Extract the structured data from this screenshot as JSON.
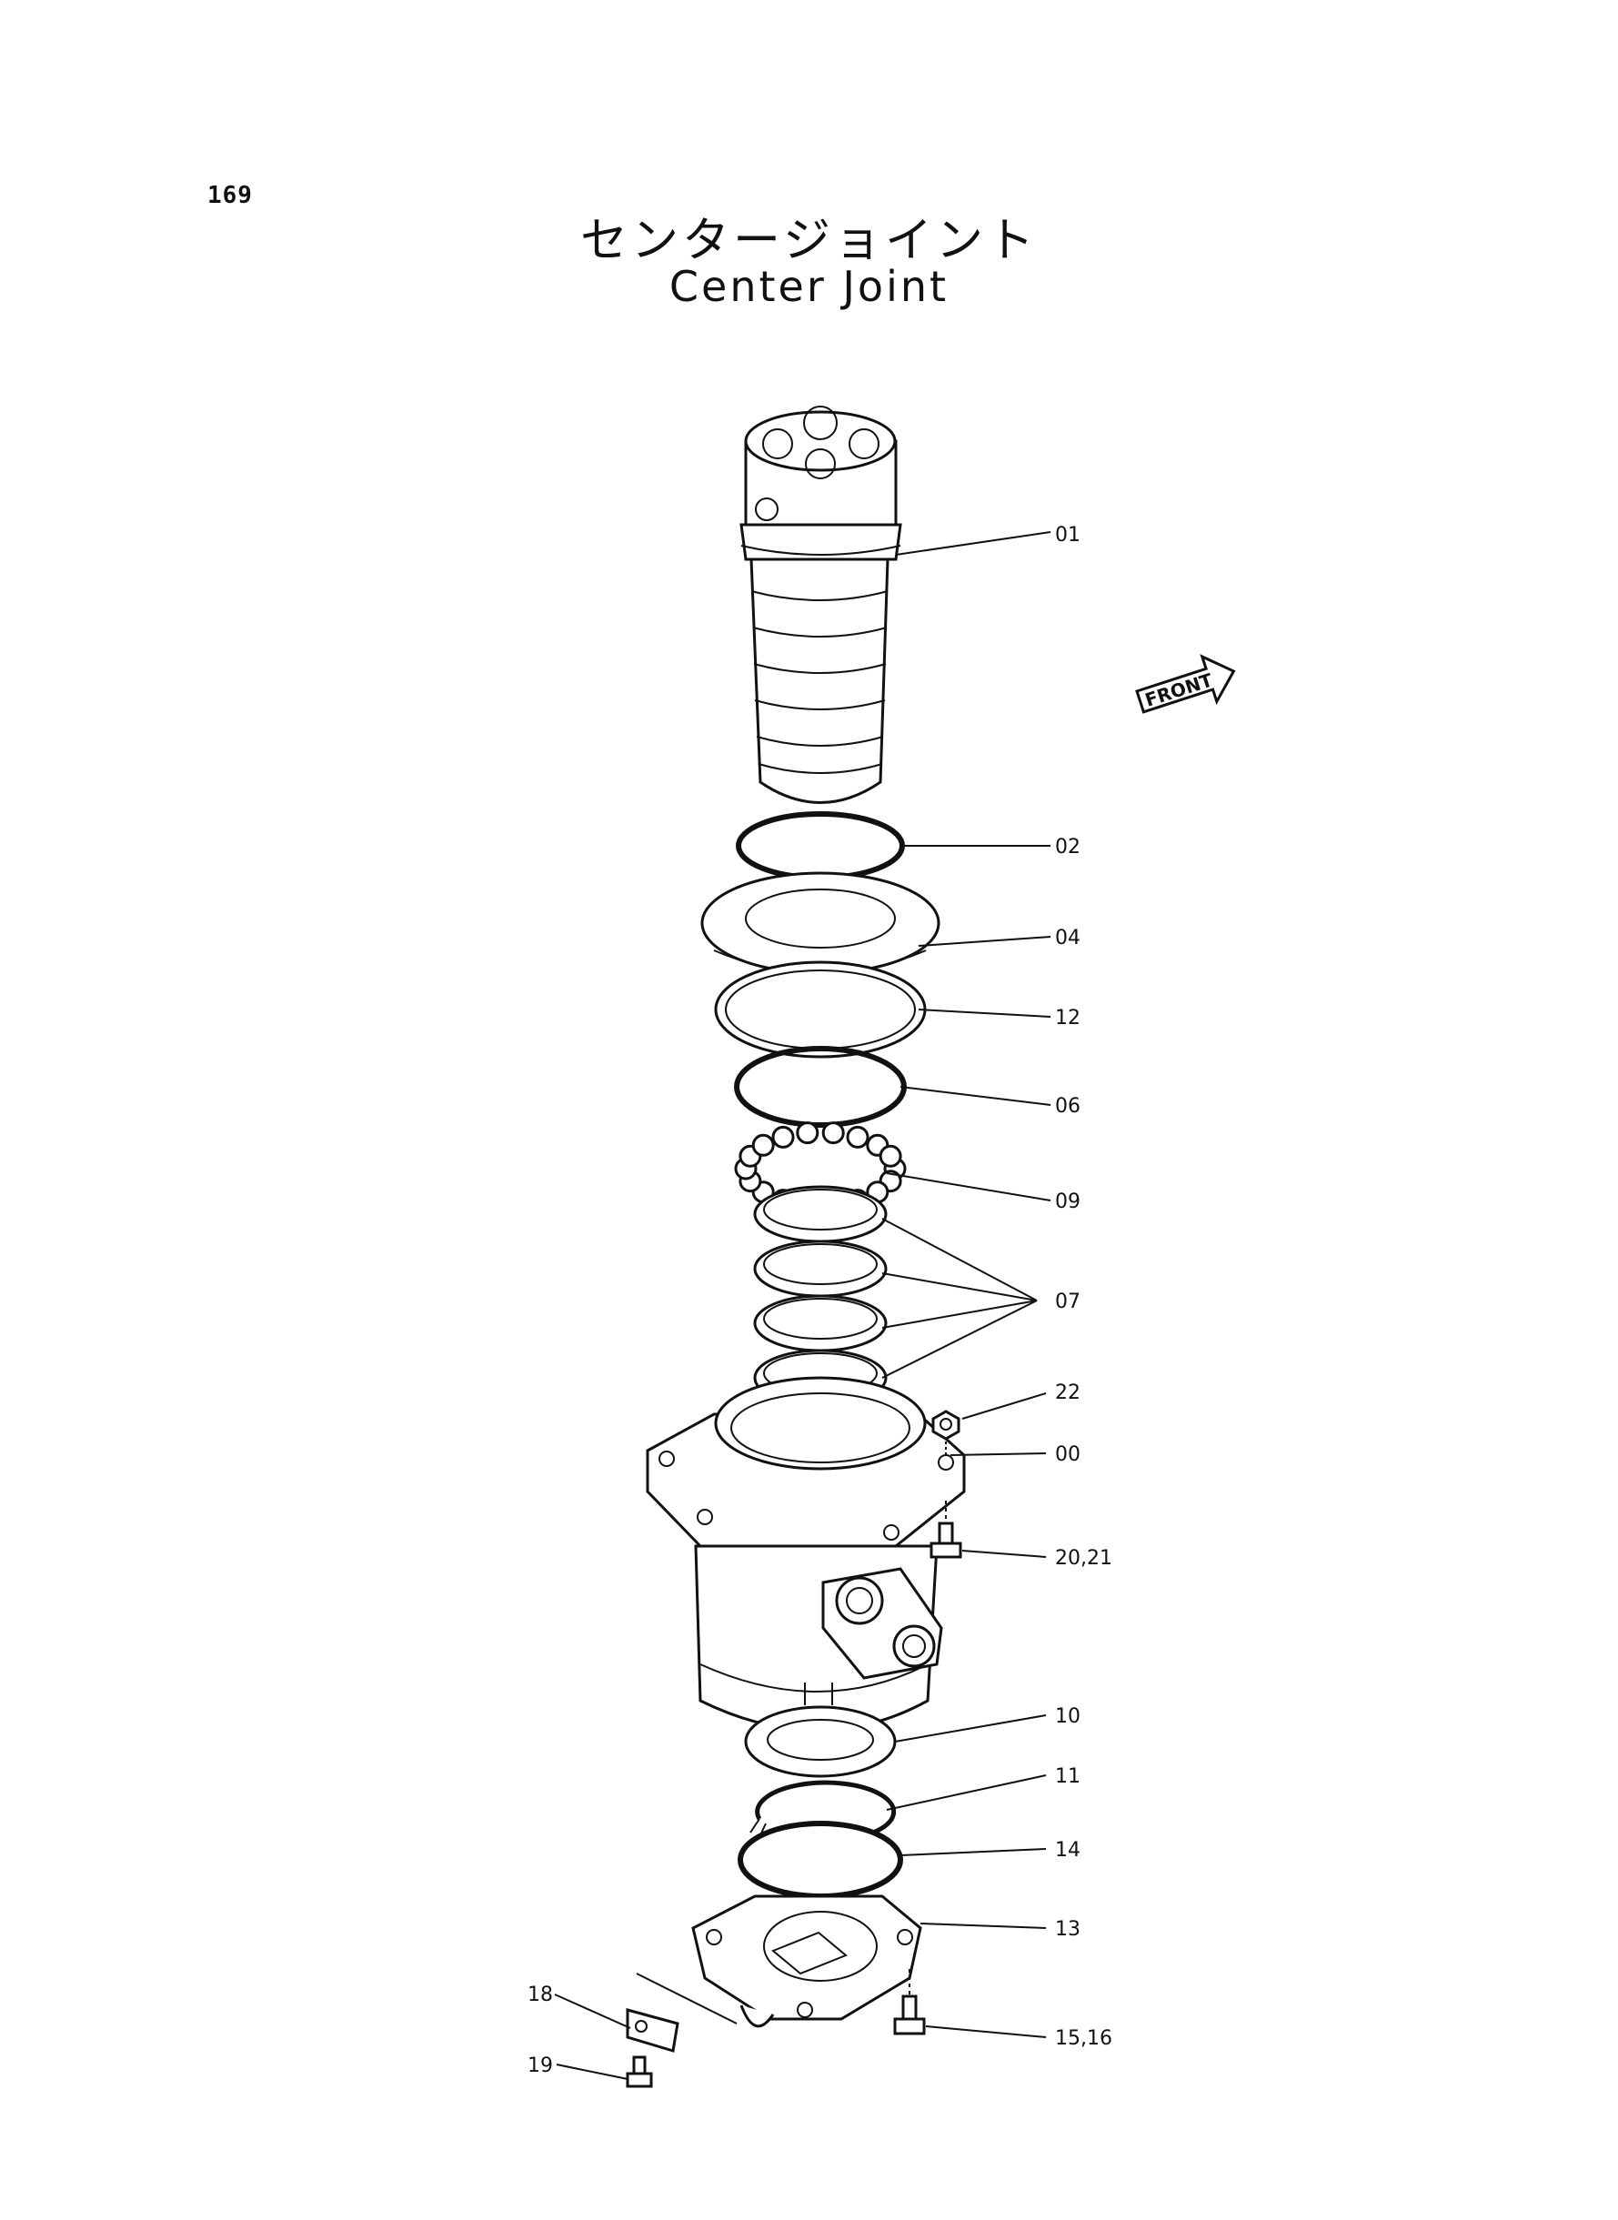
{
  "page_number": "169",
  "title_jp": "センタージョイント",
  "title_en": "Center Joint",
  "front_label": "FRONT",
  "callouts": {
    "c01": "01",
    "c02": "02",
    "c04": "04",
    "c12": "12",
    "c06": "06",
    "c09": "09",
    "c07": "07",
    "c22": "22",
    "c00": "00",
    "c2021": "20,21",
    "c10": "10",
    "c11": "11",
    "c14": "14",
    "c13": "13",
    "c18": "18",
    "c1516": "15,16",
    "c19": "19"
  }
}
